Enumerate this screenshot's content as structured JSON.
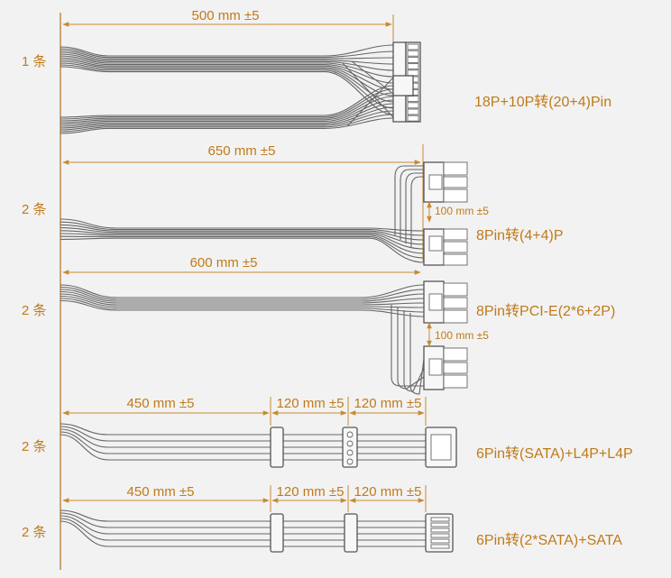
{
  "cables": [
    {
      "count": "1 条",
      "name": "18P+10P转(20+4)Pin",
      "length": "500 mm ±5"
    },
    {
      "count": "2 条",
      "name": "8Pin转(4+4)P",
      "length": "650 mm ±5",
      "spacing": "100 mm ±5"
    },
    {
      "count": "2 条",
      "name": "8Pin转PCI-E(2*6+2P)",
      "length": "600 mm ±5",
      "spacing": "100 mm ±5"
    },
    {
      "count": "2 条",
      "name": "6Pin转(SATA)+L4P+L4P",
      "lengths": [
        "450 mm ±5",
        "120 mm ±5",
        "120 mm ±5"
      ]
    },
    {
      "count": "2 条",
      "name": "6Pin转(2*SATA)+SATA",
      "lengths": [
        "450 mm ±5",
        "120 mm ±5",
        "120 mm ±5"
      ]
    }
  ],
  "colors": {
    "accent": "#c07a18",
    "wire": "#666666",
    "background": "#f2f2f2"
  }
}
